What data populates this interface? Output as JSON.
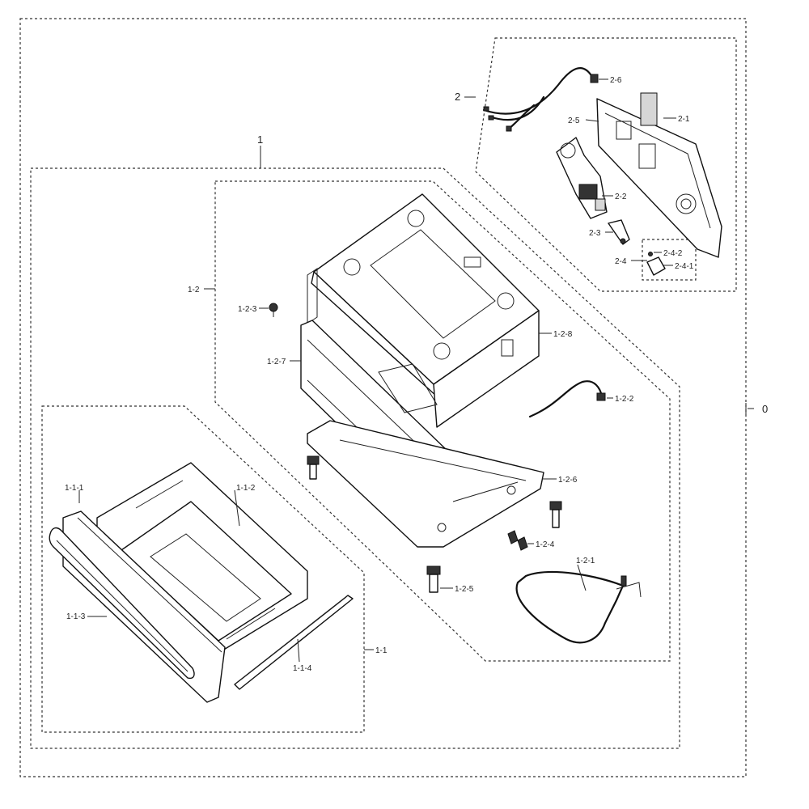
{
  "labels": {
    "root": "0",
    "group_1": "1",
    "group_1_1": "1-1",
    "p_1_1_1": "1-1-1",
    "p_1_1_2": "1-1-2",
    "p_1_1_3": "1-1-3",
    "p_1_1_4": "1-1-4",
    "group_1_2": "1-2",
    "p_1_2_1": "1-2-1",
    "p_1_2_2": "1-2-2",
    "p_1_2_3": "1-2-3",
    "p_1_2_4": "1-2-4",
    "p_1_2_5": "1-2-5",
    "p_1_2_6": "1-2-6",
    "p_1_2_7": "1-2-7",
    "p_1_2_8": "1-2-8",
    "group_2": "2",
    "p_2_1": "2-1",
    "p_2_2": "2-2",
    "p_2_3": "2-3",
    "group_2_4": "2-4",
    "p_2_4_1": "2-4-1",
    "p_2_4_2": "2-4-2",
    "p_2_5": "2-5",
    "p_2_6": "2-6"
  }
}
